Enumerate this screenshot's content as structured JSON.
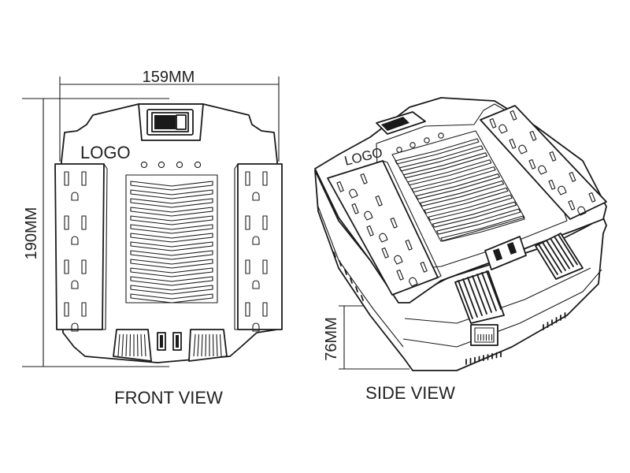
{
  "front": {
    "width_label": "159MM",
    "height_label": "190MM",
    "logo": "LOGO",
    "caption": "FRONT VIEW"
  },
  "side": {
    "logo": "LOGO",
    "depth_label": "76MM",
    "caption": "SIDE VIEW"
  },
  "colors": {
    "line": "#1a1a1a",
    "background": "#ffffff"
  }
}
